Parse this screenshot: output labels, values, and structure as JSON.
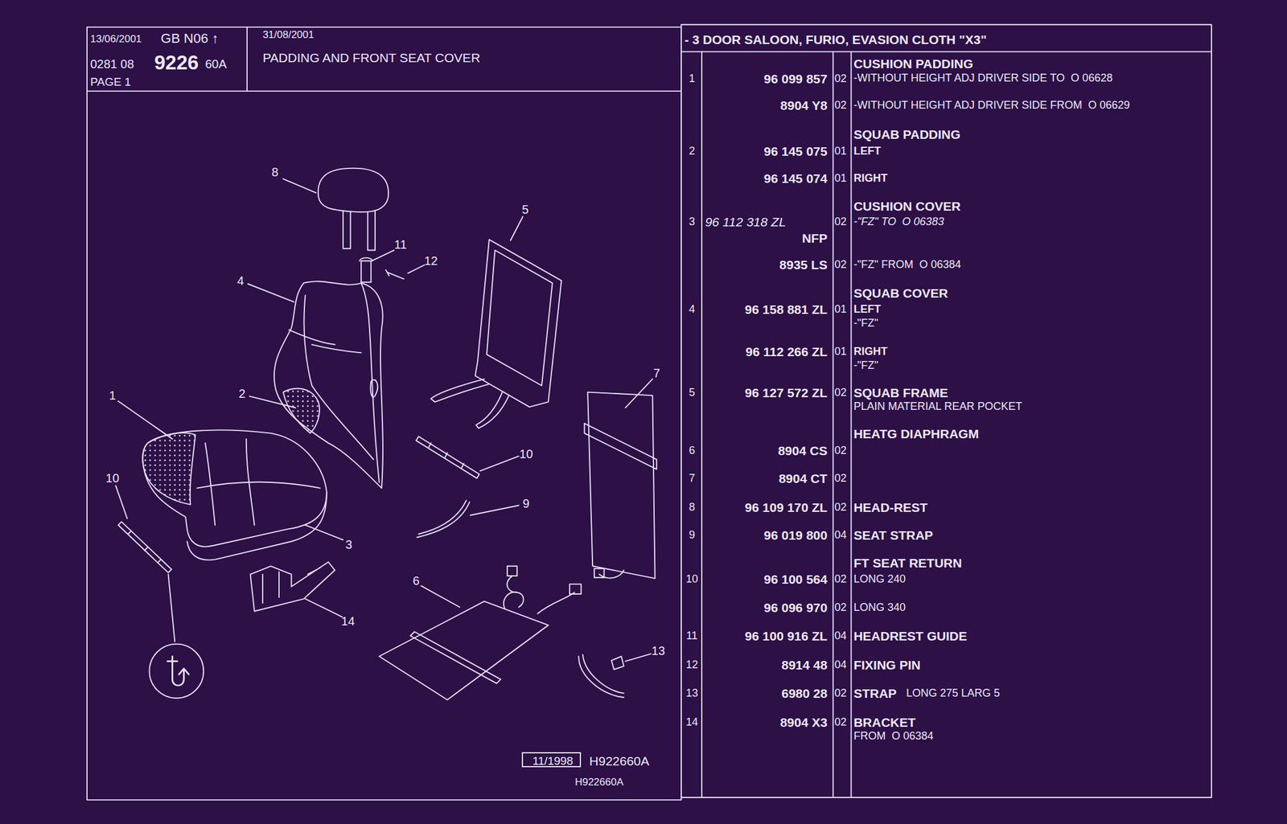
{
  "diagram": {
    "nodes": [
      {
        "text": [
          "13/06/2001",
          "GB N06 ↑",
          "0281 08",
          "9226",
          "60A",
          "PAGE 1"
        ]
      },
      {
        "text": [
          "31/08/2001",
          "PADDING AND FRONT SEAT COVER"
        ]
      },
      {
        "text": [
          "- 3 DOOR SALOON, FURIO, EVASION CLOTH \"X3\""
        ]
      },
      {
        "text": [
          "11/1998"
        ]
      }
    ],
    "labels": [
      "8",
      "11",
      "12",
      "4",
      "5",
      "1",
      "2",
      "7",
      "10",
      "9",
      "3",
      "10",
      "6",
      "13",
      "14",
      "H922660A",
      "H922660A",
      "1",
      "96 099 857",
      "02",
      "CUSHION PADDING",
      "-WITHOUT HEIGHT ADJ DRIVER SIDE TO  O 06628",
      "8904 Y8",
      "02",
      "-WITHOUT HEIGHT ADJ DRIVER SIDE FROM  O 06629",
      "SQUAB PADDING",
      "2",
      "96 145 075",
      "01",
      "LEFT",
      "96 145 074",
      "01",
      "RIGHT",
      "CUSHION COVER",
      "3",
      "96 112 318 ZL",
      "02",
      "-\"FZ\" TO  O 06383",
      "NFP",
      "8935 LS",
      "02",
      "-\"FZ\" FROM  O 06384",
      "SQUAB COVER",
      "4",
      "96 158 881 ZL",
      "01",
      "LEFT",
      "-\"FZ\"",
      "96 112 266 ZL",
      "01",
      "RIGHT",
      "-\"FZ\"",
      "5",
      "96 127 572 ZL",
      "02",
      "SQUAB FRAME",
      "PLAIN MATERIAL REAR POCKET",
      "HEATG DIAPHRAGM",
      "6",
      "8904 CS",
      "02",
      "7",
      "8904 CT",
      "02",
      "8",
      "96 109 170 ZL",
      "02",
      "HEAD-REST",
      "9",
      "96 019 800",
      "04",
      "SEAT STRAP",
      "FT SEAT RETURN",
      "10",
      "96 100 564",
      "02",
      "LONG 240",
      "96 096 970",
      "02",
      "LONG 340",
      "11",
      "96 100 916 ZL",
      "04",
      "HEADREST GUIDE",
      "12",
      "8914 48",
      "04",
      "FIXING PIN",
      "13",
      "6980 28",
      "02",
      "STRAP",
      "LONG 275 LARG 5",
      "14",
      "8904 X3",
      "02",
      "BRACKET",
      "FROM  O 06384"
    ]
  }
}
